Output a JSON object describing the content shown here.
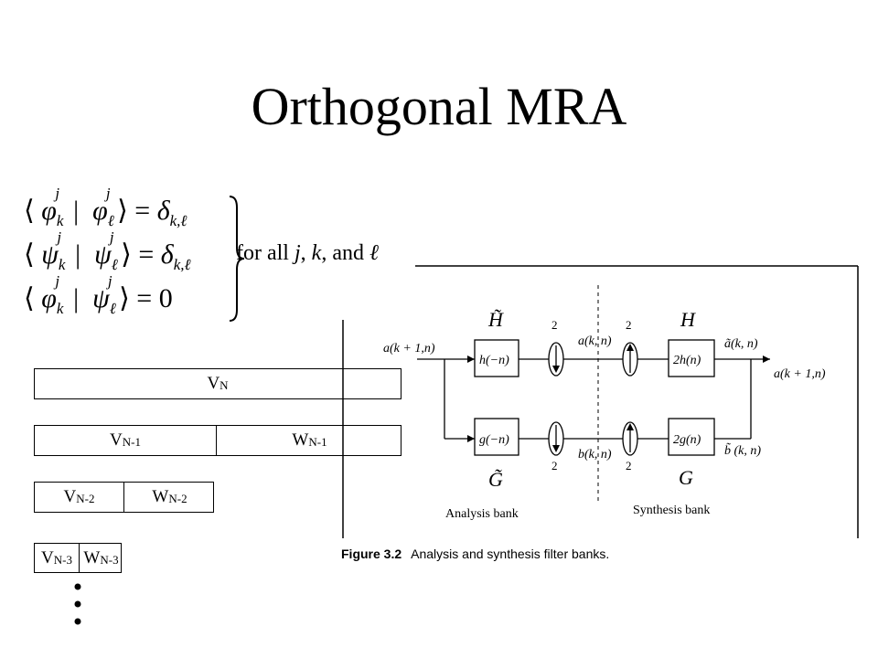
{
  "title": "Orthogonal MRA",
  "equations": {
    "eq3_rhs": "0",
    "condition": "for all j, k, and ℓ",
    "condition_parts": {
      "pre": "for all ",
      "j": "j",
      "sep1": ", ",
      "k": "k",
      "sep2": ", and ",
      "l": "ℓ"
    }
  },
  "subspaces": {
    "row1": {
      "v": "V",
      "v_sub": "N"
    },
    "row2": {
      "v": "V",
      "v_sub": "N-1",
      "w": "W",
      "w_sub": "N-1"
    },
    "row3": {
      "v": "V",
      "v_sub": "N-2",
      "w": "W",
      "w_sub": "N-2"
    },
    "row4": {
      "v": "V",
      "v_sub": "N-3",
      "w": "W",
      "w_sub": "N-3"
    }
  },
  "figure": {
    "caption_number": "Figure 3.2",
    "caption_text": "Analysis and synthesis filter banks.",
    "analysis_label": "Analysis bank",
    "synthesis_label": "Synthesis bank",
    "input": "a(k + 1,n)",
    "output": "a(k + 1,n)",
    "h_filter": "h(−n)",
    "g_filter": "g(−n)",
    "h_synth": "2h(n)",
    "g_synth": "2g(n)",
    "a_mid": "a(k, n)",
    "b_mid": "b(k, n)",
    "a_tilde": "ã(k, n)",
    "b_tilde": "b̃ (k, n)",
    "H_tilde": "H̃",
    "G_tilde": "G̃",
    "H": "H",
    "G": "G",
    "factor": "2"
  }
}
